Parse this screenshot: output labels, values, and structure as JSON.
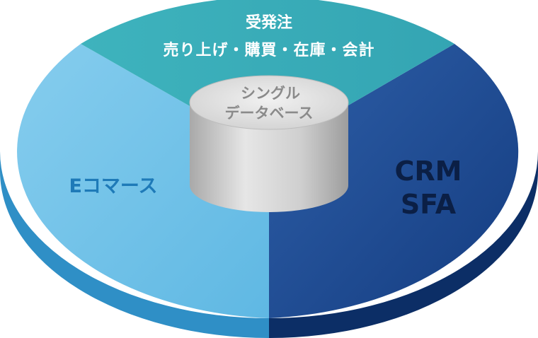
{
  "segments": {
    "top": {
      "line1": "受発注",
      "line2": "売り上げ・購買・在庫・会計",
      "color": "#3aacb8"
    },
    "left": {
      "label": "Eコマース",
      "color": "#6ec3e8"
    },
    "right": {
      "line1": "CRM",
      "line2": "SFA",
      "color": "#1f4f94"
    }
  },
  "center": {
    "line1": "シングル",
    "line2": "データベース",
    "color": "#d9d9d9"
  }
}
